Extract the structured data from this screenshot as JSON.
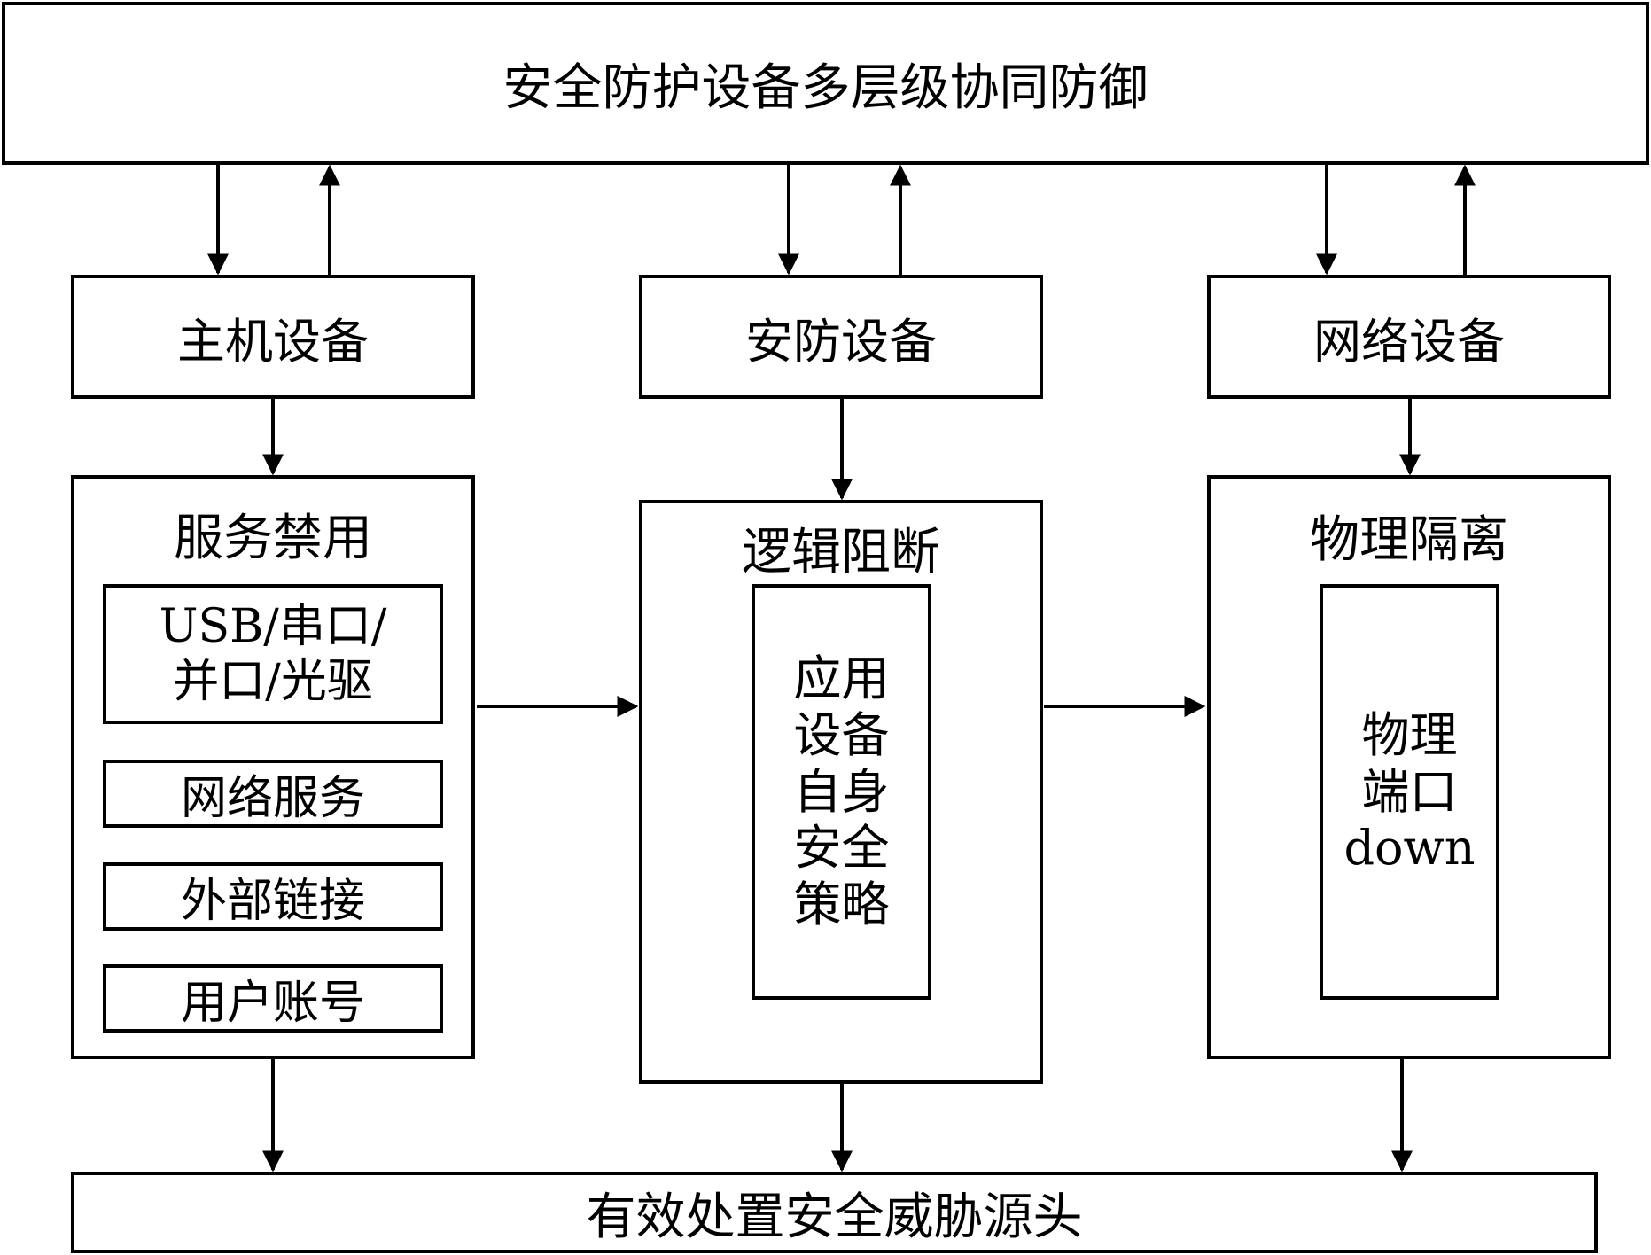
{
  "top": {
    "title": "安全防护设备多层级协同防御"
  },
  "devices": [
    {
      "label": "主机设备"
    },
    {
      "label": "安防设备"
    },
    {
      "label": "网络设备"
    }
  ],
  "service_disable": {
    "title": "服务禁用",
    "items": [
      {
        "line1": "USB/串口/",
        "line2": "并口/光驱"
      },
      {
        "text": "网络服务"
      },
      {
        "text": "外部链接"
      },
      {
        "text": "用户账号"
      }
    ]
  },
  "logic_block": {
    "title": "逻辑阻断",
    "inner_lines": [
      "应用",
      "设备",
      "自身",
      "安全",
      "策略"
    ]
  },
  "physical_isolation": {
    "title": "物理隔离",
    "inner_lines": [
      "物理",
      "端口",
      "down"
    ]
  },
  "bottom": {
    "title": "有效处置安全威胁源头"
  }
}
